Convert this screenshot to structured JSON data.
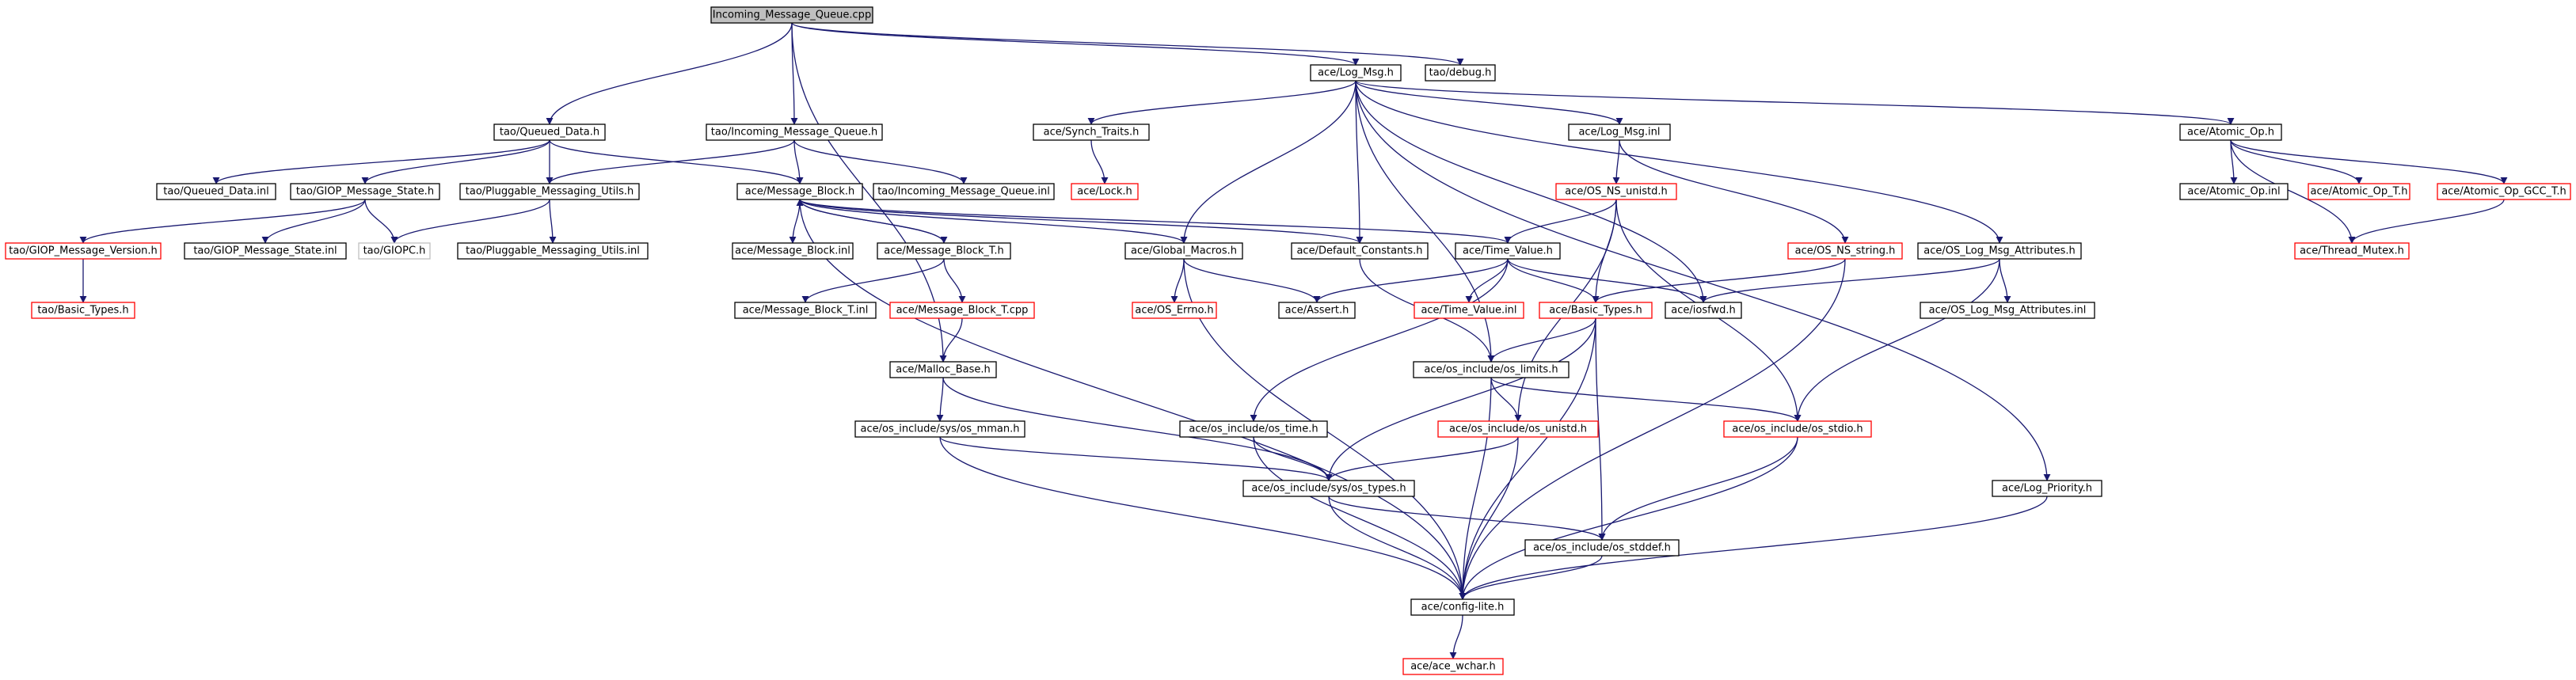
{
  "graph": {
    "nodes": [
      {
        "id": "root",
        "label": "Incoming_Message_Queue.cpp",
        "style": "root"
      },
      {
        "id": "tao_debug",
        "label": "tao/debug.h",
        "style": "black"
      },
      {
        "id": "ace_log_msg",
        "label": "ace/Log_Msg.h",
        "style": "black"
      },
      {
        "id": "tao_queued_data",
        "label": "tao/Queued_Data.h",
        "style": "black"
      },
      {
        "id": "tao_incoming_mq_h",
        "label": "tao/Incoming_Message_Queue.h",
        "style": "black"
      },
      {
        "id": "ace_synch_traits",
        "label": "ace/Synch_Traits.h",
        "style": "black"
      },
      {
        "id": "ace_log_msg_inl",
        "label": "ace/Log_Msg.inl",
        "style": "black"
      },
      {
        "id": "ace_atomic_op",
        "label": "ace/Atomic_Op.h",
        "style": "black"
      },
      {
        "id": "tao_queued_data_inl",
        "label": "tao/Queued_Data.inl",
        "style": "black"
      },
      {
        "id": "tao_giop_message_state",
        "label": "tao/GIOP_Message_State.h",
        "style": "black"
      },
      {
        "id": "tao_pluggable_mu",
        "label": "tao/Pluggable_Messaging_Utils.h",
        "style": "black"
      },
      {
        "id": "ace_message_block",
        "label": "ace/Message_Block.h",
        "style": "black"
      },
      {
        "id": "tao_incoming_mq_inl",
        "label": "tao/Incoming_Message_Queue.inl",
        "style": "black"
      },
      {
        "id": "ace_lock",
        "label": "ace/Lock.h",
        "style": "red"
      },
      {
        "id": "ace_os_ns_unistd",
        "label": "ace/OS_NS_unistd.h",
        "style": "red"
      },
      {
        "id": "ace_atomic_op_inl",
        "label": "ace/Atomic_Op.inl",
        "style": "black"
      },
      {
        "id": "ace_atomic_op_t",
        "label": "ace/Atomic_Op_T.h",
        "style": "red"
      },
      {
        "id": "ace_atomic_op_gcc_t",
        "label": "ace/Atomic_Op_GCC_T.h",
        "style": "red"
      },
      {
        "id": "tao_giop_message_version",
        "label": "tao/GIOP_Message_Version.h",
        "style": "red"
      },
      {
        "id": "tao_giop_message_state_inl",
        "label": "tao/GIOP_Message_State.inl",
        "style": "black"
      },
      {
        "id": "tao_giopc",
        "label": "tao/GIOPC.h",
        "style": "grey"
      },
      {
        "id": "tao_pluggable_mu_inl",
        "label": "tao/Pluggable_Messaging_Utils.inl",
        "style": "black"
      },
      {
        "id": "ace_message_block_inl",
        "label": "ace/Message_Block.inl",
        "style": "black"
      },
      {
        "id": "ace_message_block_t",
        "label": "ace/Message_Block_T.h",
        "style": "black"
      },
      {
        "id": "ace_global_macros",
        "label": "ace/Global_Macros.h",
        "style": "black"
      },
      {
        "id": "ace_default_constants",
        "label": "ace/Default_Constants.h",
        "style": "black"
      },
      {
        "id": "ace_time_value",
        "label": "ace/Time_Value.h",
        "style": "black"
      },
      {
        "id": "ace_os_ns_string",
        "label": "ace/OS_NS_string.h",
        "style": "red"
      },
      {
        "id": "ace_os_log_msg_attributes",
        "label": "ace/OS_Log_Msg_Attributes.h",
        "style": "black"
      },
      {
        "id": "ace_thread_mutex",
        "label": "ace/Thread_Mutex.h",
        "style": "red"
      },
      {
        "id": "tao_basic_types",
        "label": "tao/Basic_Types.h",
        "style": "red"
      },
      {
        "id": "ace_message_block_t_inl",
        "label": "ace/Message_Block_T.inl",
        "style": "black"
      },
      {
        "id": "ace_message_block_t_cpp",
        "label": "ace/Message_Block_T.cpp",
        "style": "red"
      },
      {
        "id": "ace_os_errno",
        "label": "ace/OS_Errno.h",
        "style": "red"
      },
      {
        "id": "ace_assert",
        "label": "ace/Assert.h",
        "style": "black"
      },
      {
        "id": "ace_time_value_inl",
        "label": "ace/Time_Value.inl",
        "style": "red"
      },
      {
        "id": "ace_basic_types",
        "label": "ace/Basic_Types.h",
        "style": "red"
      },
      {
        "id": "ace_iosfwd",
        "label": "ace/iosfwd.h",
        "style": "black"
      },
      {
        "id": "ace_os_log_msg_attributes_inl",
        "label": "ace/OS_Log_Msg_Attributes.inl",
        "style": "black"
      },
      {
        "id": "ace_malloc_base",
        "label": "ace/Malloc_Base.h",
        "style": "black"
      },
      {
        "id": "ace_os_limits",
        "label": "ace/os_include/os_limits.h",
        "style": "black"
      },
      {
        "id": "ace_os_mman",
        "label": "ace/os_include/sys/os_mman.h",
        "style": "black"
      },
      {
        "id": "ace_os_time",
        "label": "ace/os_include/os_time.h",
        "style": "black"
      },
      {
        "id": "ace_os_unistd",
        "label": "ace/os_include/os_unistd.h",
        "style": "red"
      },
      {
        "id": "ace_os_stdio",
        "label": "ace/os_include/os_stdio.h",
        "style": "red"
      },
      {
        "id": "ace_log_priority",
        "label": "ace/Log_Priority.h",
        "style": "black"
      },
      {
        "id": "ace_os_types",
        "label": "ace/os_include/sys/os_types.h",
        "style": "black"
      },
      {
        "id": "ace_os_stddef",
        "label": "ace/os_include/os_stddef.h",
        "style": "black"
      },
      {
        "id": "ace_config_lite",
        "label": "ace/config-lite.h",
        "style": "black"
      },
      {
        "id": "ace_ace_wchar",
        "label": "ace/ace_wchar.h",
        "style": "red"
      }
    ]
  }
}
